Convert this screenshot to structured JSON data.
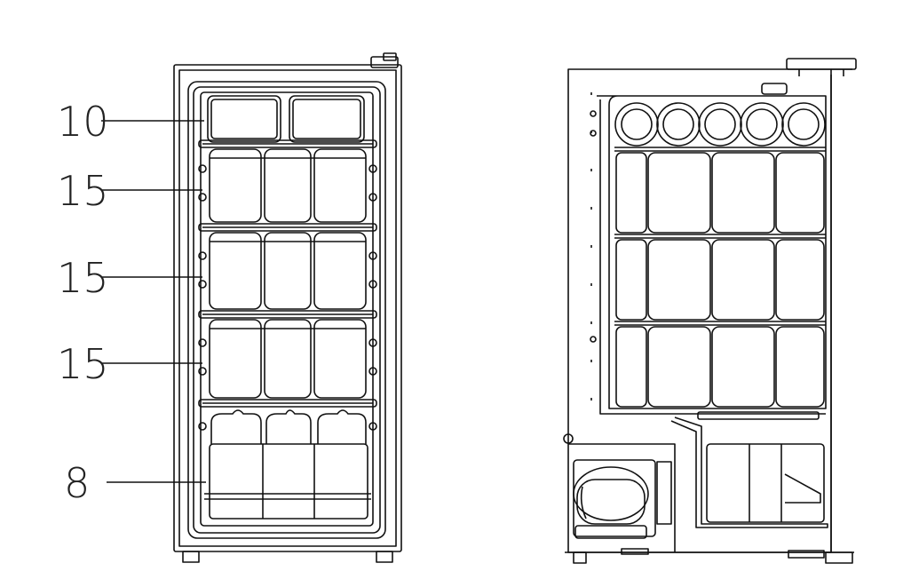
{
  "front_view": {
    "callouts": [
      {
        "label": "10"
      },
      {
        "label": "15"
      },
      {
        "label": "15"
      },
      {
        "label": "15"
      },
      {
        "label": "8"
      }
    ]
  },
  "side_view": {
    "top_row_can_count": 5
  }
}
